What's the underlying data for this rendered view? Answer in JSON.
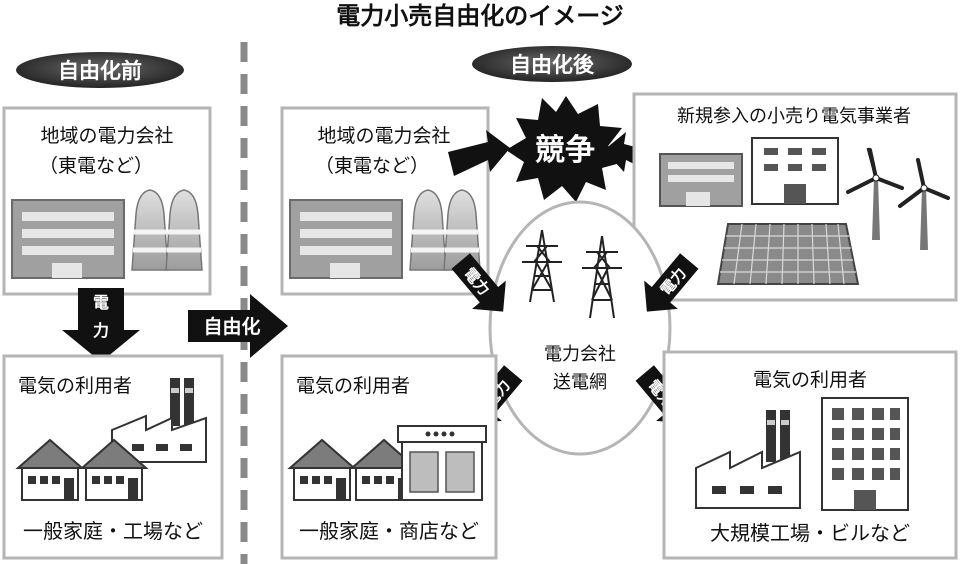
{
  "title": "電力小売自由化のイメージ",
  "before": {
    "label": "自由化前",
    "utility_line1": "地域の電力会社",
    "utility_line2": "（東電など）",
    "users_title": "電気の利用者",
    "users_caption": "一般家庭・工場など",
    "power_label": "電力"
  },
  "liberalization_label": "自由化",
  "after": {
    "label": "自由化後",
    "utility_line1": "地域の電力会社",
    "utility_line2": "（東電など）",
    "newcomers_title": "新規参入の小売り電気事業者",
    "competition": "競争",
    "grid_line1": "電力会社",
    "grid_line2": "送電網",
    "users_left_title": "電気の利用者",
    "users_left_caption": "一般家庭・商店など",
    "users_right_title": "電気の利用者",
    "users_right_caption": "大規模工場・ビルなど",
    "power_label": "電力"
  },
  "colors": {
    "dark": "#111111",
    "box_border": "#b5b5b5",
    "mid_gray": "#8a8a8a",
    "light_gray": "#cfcfcf",
    "pill": "#3a3a3a"
  }
}
